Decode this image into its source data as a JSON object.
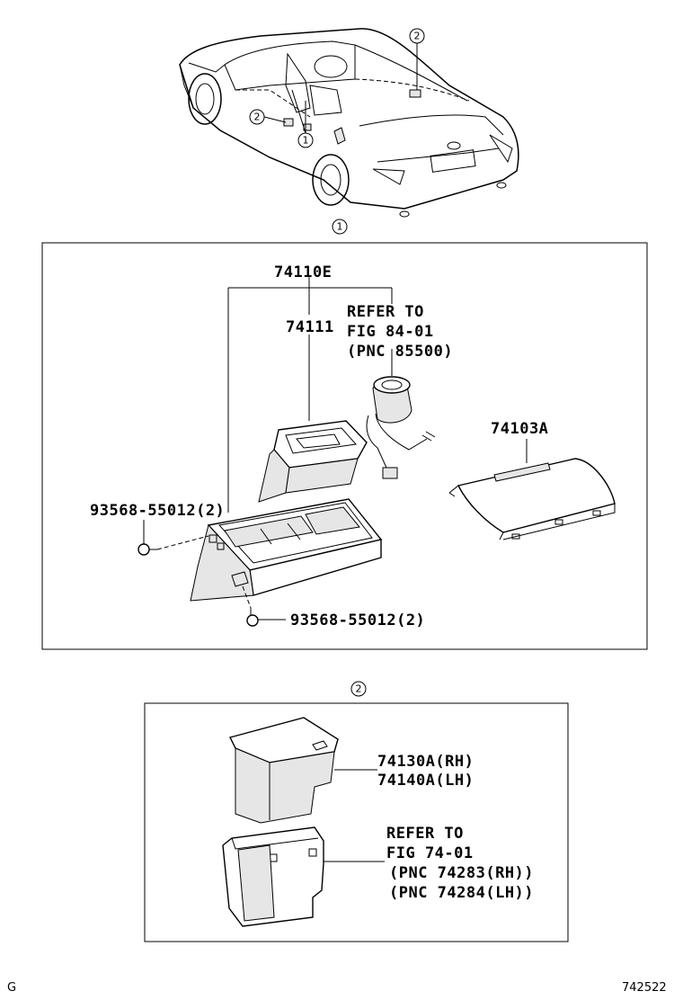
{
  "callouts": {
    "car_top_2": "2",
    "car_left_2": "2",
    "car_left_1": "1",
    "section_1": "1",
    "section_2": "2"
  },
  "section1": {
    "part_assembly": "74110E",
    "part_inner": "74111",
    "refer_line1": "REFER TO",
    "refer_line2": "FIG 84-01",
    "refer_line3": "(PNC 85500)",
    "part_lid": "74103A",
    "screw_left": "93568-55012(2)",
    "screw_bottom": "93568-55012(2)"
  },
  "section2": {
    "part_rh": "74130A(RH)",
    "part_lh": "74140A(LH)",
    "refer_line1": "REFER TO",
    "refer_line2": "FIG 74-01",
    "refer_line3": "(PNC 74283(RH))",
    "refer_line4": "(PNC 74284(LH))"
  },
  "footer": {
    "left_code": "G",
    "figure_number": "742522"
  }
}
